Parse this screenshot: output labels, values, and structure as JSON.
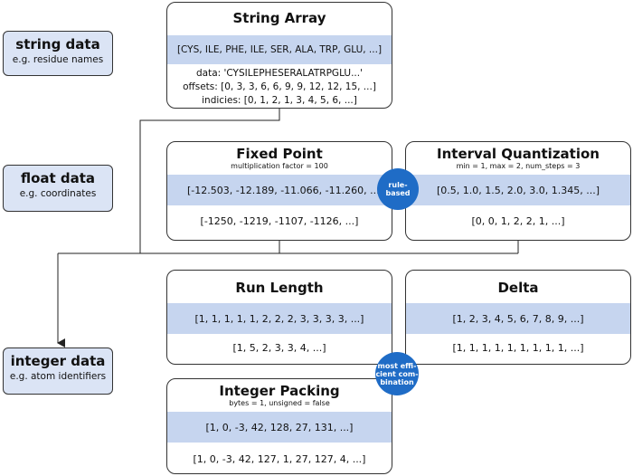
{
  "categories": [
    {
      "title": "string data",
      "subtitle": "e.g. residue names"
    },
    {
      "title": "float data",
      "subtitle": "e.g. coordinates"
    },
    {
      "title": "integer data",
      "subtitle": "e.g. atom identifiers"
    }
  ],
  "string_array": {
    "title": "String Array",
    "band": "[CYS, ILE, PHE, ILE, SER, ALA, TRP, GLU, ...]",
    "data_line": "data: 'CYSILEPHESERALATRPGLU...'",
    "offsets_line": "offsets: [0, 3, 3, 6, 6, 9, 9, 12, 12, 15, ...]",
    "indices_line": "indicies: [0, 1, 2, 1, 3, 4, 5, 6, ...]"
  },
  "fixed_point": {
    "title": "Fixed Point",
    "subtitle": "multiplication factor = 100",
    "band": "[-12.503, -12.189, -11.066, -11.260, ...",
    "output": "[-1250, -1219, -1107, -1126, ...]"
  },
  "interval_quantization": {
    "title": "Interval Quantization",
    "subtitle": "min = 1, max = 2, num_steps = 3",
    "band": "[0.5, 1.0, 1.5, 2.0, 3.0, 1.345, ...]",
    "output": "[0, 0, 1, 2, 2, 1, ...]"
  },
  "run_length": {
    "title": "Run Length",
    "band": "[1, 1, 1, 1, 1, 2, 2, 2, 3, 3, 3, 3, ...]",
    "output": "[1, 5, 2, 3, 3, 4, ...]"
  },
  "delta": {
    "title": "Delta",
    "band": "[1, 2, 3, 4, 5, 6, 7, 8, 9, ...]",
    "output": "[1, 1, 1, 1, 1, 1, 1, 1, 1, ...]"
  },
  "integer_packing": {
    "title": "Integer Packing",
    "subtitle": "bytes = 1, unsigned = false",
    "band": "[1, 0, -3, 42, 128, 27, 131, ...]",
    "output": "[1, 0, -3, 42, 127, 1, 27, 127, 4, ...]"
  },
  "badges": {
    "rule_based": "rule-based",
    "most_efficient": "most effi-\ncient com-\nbination"
  },
  "colors": {
    "band": "#c6d5ef",
    "side": "#dbe4f5",
    "badge": "#1f6cc6"
  }
}
